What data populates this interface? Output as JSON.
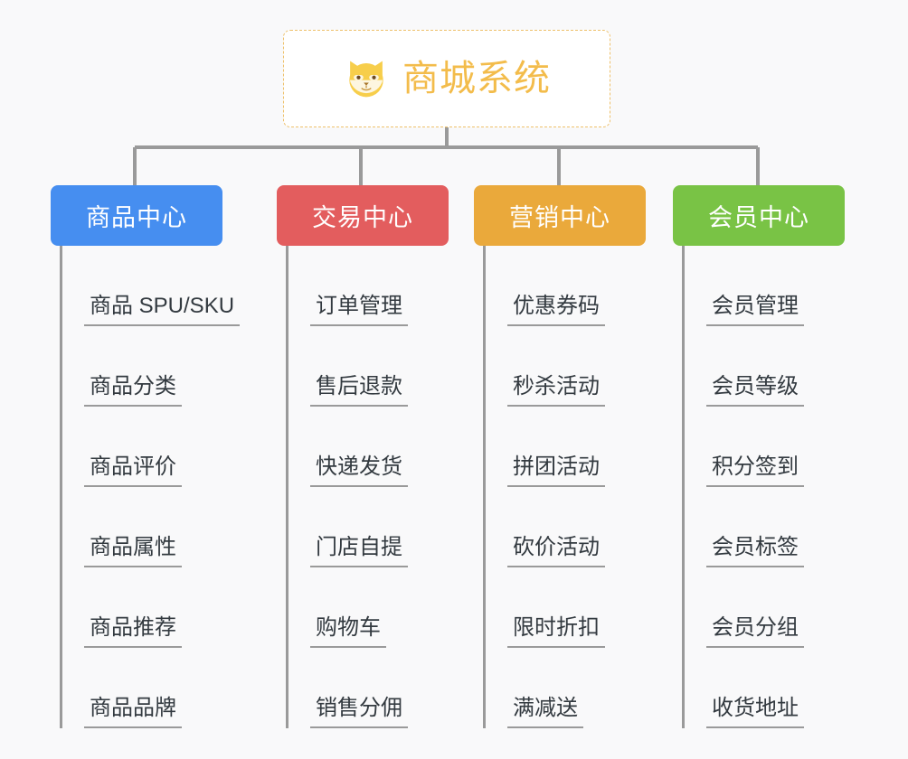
{
  "background_color": "#f9f9fa",
  "root": {
    "title": "商城系统",
    "icon": "dog-face-icon",
    "border_color": "#eec06a",
    "text_color": "#f3bc4b",
    "background_color": "#ffffff"
  },
  "connector_color": "#9a9a9a",
  "branches": [
    {
      "label": "商品中心",
      "color": "#468ef0",
      "items": [
        "商品 SPU/SKU",
        "商品分类",
        "商品评价",
        "商品属性",
        "商品推荐",
        "商品品牌"
      ]
    },
    {
      "label": "交易中心",
      "color": "#e35d5e",
      "items": [
        "订单管理",
        "售后退款",
        "快递发货",
        "门店自提",
        "购物车",
        "销售分佣"
      ]
    },
    {
      "label": "营销中心",
      "color": "#eaa93b",
      "items": [
        "优惠券码",
        "秒杀活动",
        "拼团活动",
        "砍价活动",
        "限时折扣",
        "满减送"
      ]
    },
    {
      "label": "会员中心",
      "color": "#79c345",
      "items": [
        "会员管理",
        "会员等级",
        "积分签到",
        "会员标签",
        "会员分组",
        "收货地址"
      ]
    }
  ]
}
